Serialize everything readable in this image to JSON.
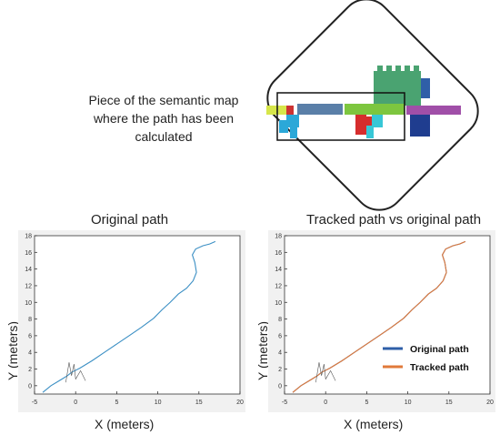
{
  "map": {
    "caption": "Piece of the semantic map where the path has been calculated"
  },
  "chart_data": [
    {
      "type": "line",
      "title": "Original path",
      "xlabel": "X (meters)",
      "ylabel": "Y (meters)",
      "xlim": [
        -5,
        20
      ],
      "ylim": [
        -1,
        18
      ],
      "xticks": [
        -5,
        0,
        5,
        10,
        15,
        20
      ],
      "yticks": [
        0,
        2,
        4,
        6,
        8,
        10,
        12,
        14,
        16,
        18
      ],
      "grid": false,
      "series": [
        {
          "color": "#3b8fc4",
          "x": [
            -4,
            -3,
            -2,
            -1.5,
            -1,
            -0.5,
            0.5,
            2,
            3.5,
            5,
            6.5,
            8,
            9.5,
            10.5,
            11.5,
            12.5,
            13.5,
            14.3,
            14.7,
            14.5,
            14.2,
            14.6,
            15.5,
            16.3,
            17
          ],
          "y": [
            -0.8,
            0,
            0.6,
            0.9,
            1.2,
            1.6,
            2.1,
            3,
            4,
            5,
            6,
            7,
            8.1,
            9.1,
            10,
            11,
            11.7,
            12.6,
            13.6,
            14.8,
            15.7,
            16.4,
            16.8,
            17,
            17.3
          ]
        }
      ]
    },
    {
      "type": "line",
      "title": "Tracked path vs original path",
      "xlabel": "X (meters)",
      "ylabel": "Y (meters)",
      "xlim": [
        -5,
        20
      ],
      "ylim": [
        -1,
        18
      ],
      "xticks": [
        -5,
        0,
        5,
        10,
        15,
        20
      ],
      "yticks": [
        0,
        2,
        4,
        6,
        8,
        10,
        12,
        14,
        16,
        18
      ],
      "grid": false,
      "legend": "bottom-right",
      "series": [
        {
          "name": "Original path",
          "color": "#2f5fa8",
          "x": [
            -4,
            -3,
            -2,
            -1.5,
            -1,
            -0.5,
            0.5,
            2,
            3.5,
            5,
            6.5,
            8,
            9.5,
            10.5,
            11.5,
            12.5,
            13.5,
            14.3,
            14.7,
            14.5,
            14.2,
            14.6,
            15.5,
            16.3,
            17
          ],
          "y": [
            -0.8,
            0,
            0.6,
            0.9,
            1.2,
            1.6,
            2.1,
            3,
            4,
            5,
            6,
            7,
            8.1,
            9.1,
            10,
            11,
            11.7,
            12.6,
            13.6,
            14.8,
            15.7,
            16.4,
            16.8,
            17,
            17.3
          ]
        },
        {
          "name": "Tracked path",
          "color": "#e07a3a",
          "x": [
            -4,
            -3,
            -2,
            -1.5,
            -1,
            -0.5,
            0.5,
            2,
            3.5,
            5,
            6.5,
            8,
            9.5,
            10.5,
            11.5,
            12.5,
            13.5,
            14.3,
            14.7,
            14.5,
            14.2,
            14.6,
            15.5,
            16.3,
            17
          ],
          "y": [
            -0.8,
            0,
            0.6,
            0.9,
            1.2,
            1.6,
            2.1,
            3,
            4,
            5,
            6,
            7,
            8.1,
            9.1,
            10,
            11,
            11.7,
            12.6,
            13.6,
            14.8,
            15.7,
            16.4,
            16.8,
            17,
            17.3
          ]
        }
      ]
    }
  ]
}
